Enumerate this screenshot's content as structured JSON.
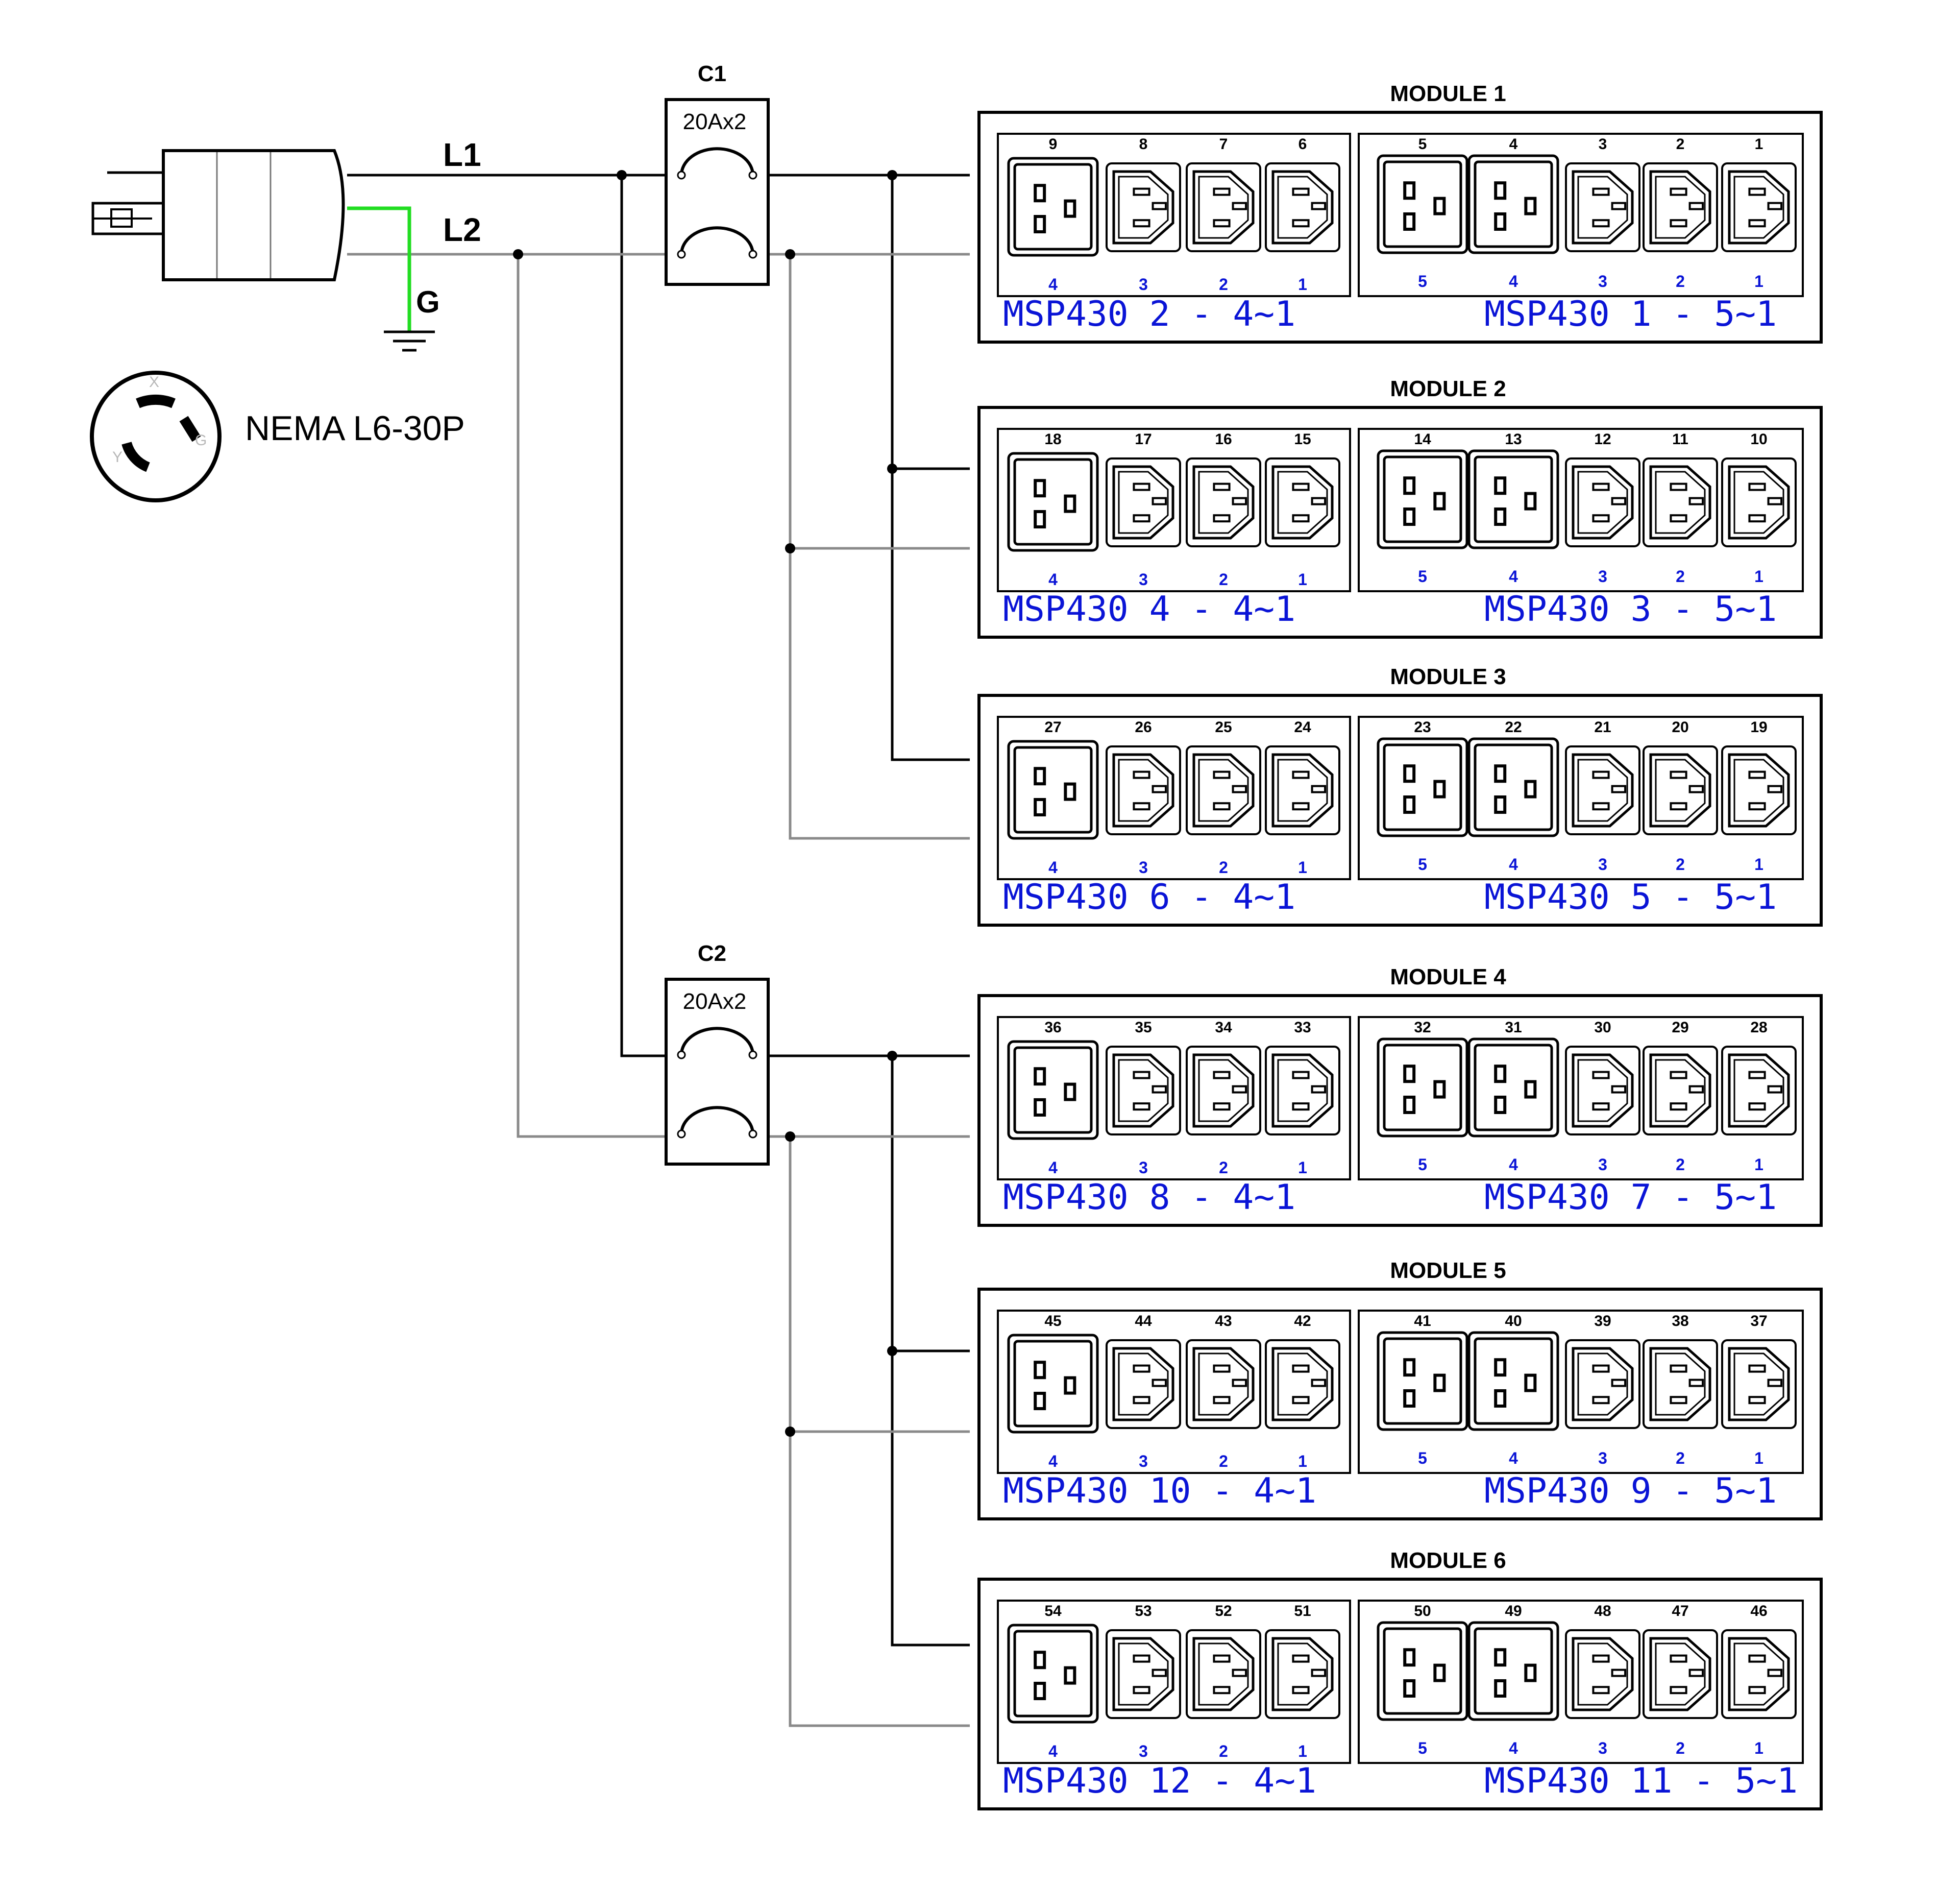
{
  "plug": {
    "model_label": "NEMA L6-30P",
    "pin_x": "X",
    "pin_y": "Y",
    "pin_g": "G"
  },
  "lines": {
    "l1": "L1",
    "l2": "L2",
    "ground": "G"
  },
  "breakers": [
    {
      "name": "C1",
      "rating": "20Ax2"
    },
    {
      "name": "C2",
      "rating": "20Ax2"
    }
  ],
  "modules": [
    {
      "title": "MODULE 1",
      "left": {
        "outlets": [
          "9",
          "8",
          "7",
          "6"
        ],
        "positions": [
          "4",
          "3",
          "2",
          "1"
        ],
        "label": "MSP430  2  -  4~1"
      },
      "right": {
        "outlets": [
          "5",
          "4",
          "3",
          "2",
          "1"
        ],
        "positions": [
          "5",
          "4",
          "3",
          "2",
          "1"
        ],
        "label": "MSP430  1  -  5~1"
      }
    },
    {
      "title": "MODULE 2",
      "left": {
        "outlets": [
          "18",
          "17",
          "16",
          "15"
        ],
        "positions": [
          "4",
          "3",
          "2",
          "1"
        ],
        "label": "MSP430  4  -  4~1"
      },
      "right": {
        "outlets": [
          "14",
          "13",
          "12",
          "11",
          "10"
        ],
        "positions": [
          "5",
          "4",
          "3",
          "2",
          "1"
        ],
        "label": "MSP430  3  -  5~1"
      }
    },
    {
      "title": "MODULE 3",
      "left": {
        "outlets": [
          "27",
          "26",
          "25",
          "24"
        ],
        "positions": [
          "4",
          "3",
          "2",
          "1"
        ],
        "label": "MSP430  6  -  4~1"
      },
      "right": {
        "outlets": [
          "23",
          "22",
          "21",
          "20",
          "19"
        ],
        "positions": [
          "5",
          "4",
          "3",
          "2",
          "1"
        ],
        "label": "MSP430  5  -  5~1"
      }
    },
    {
      "title": "MODULE 4",
      "left": {
        "outlets": [
          "36",
          "35",
          "34",
          "33"
        ],
        "positions": [
          "4",
          "3",
          "2",
          "1"
        ],
        "label": "MSP430  8  -  4~1"
      },
      "right": {
        "outlets": [
          "32",
          "31",
          "30",
          "29",
          "28"
        ],
        "positions": [
          "5",
          "4",
          "3",
          "2",
          "1"
        ],
        "label": "MSP430  7  -  5~1"
      }
    },
    {
      "title": "MODULE 5",
      "left": {
        "outlets": [
          "45",
          "44",
          "43",
          "42"
        ],
        "positions": [
          "4",
          "3",
          "2",
          "1"
        ],
        "label": "MSP430  10  -  4~1"
      },
      "right": {
        "outlets": [
          "41",
          "40",
          "39",
          "38",
          "37"
        ],
        "positions": [
          "5",
          "4",
          "3",
          "2",
          "1"
        ],
        "label": "MSP430  9  -  5~1"
      }
    },
    {
      "title": "MODULE 6",
      "left": {
        "outlets": [
          "54",
          "53",
          "52",
          "51"
        ],
        "positions": [
          "4",
          "3",
          "2",
          "1"
        ],
        "label": "MSP430  12  -  4~1"
      },
      "right": {
        "outlets": [
          "50",
          "49",
          "48",
          "47",
          "46"
        ],
        "positions": [
          "5",
          "4",
          "3",
          "2",
          "1"
        ],
        "label": "MSP430  11  -  5~1"
      }
    }
  ],
  "colors": {
    "line1": "#000000",
    "line2": "#8a8a8a",
    "ground": "#22dd22",
    "label_blue": "#0a14d6"
  }
}
